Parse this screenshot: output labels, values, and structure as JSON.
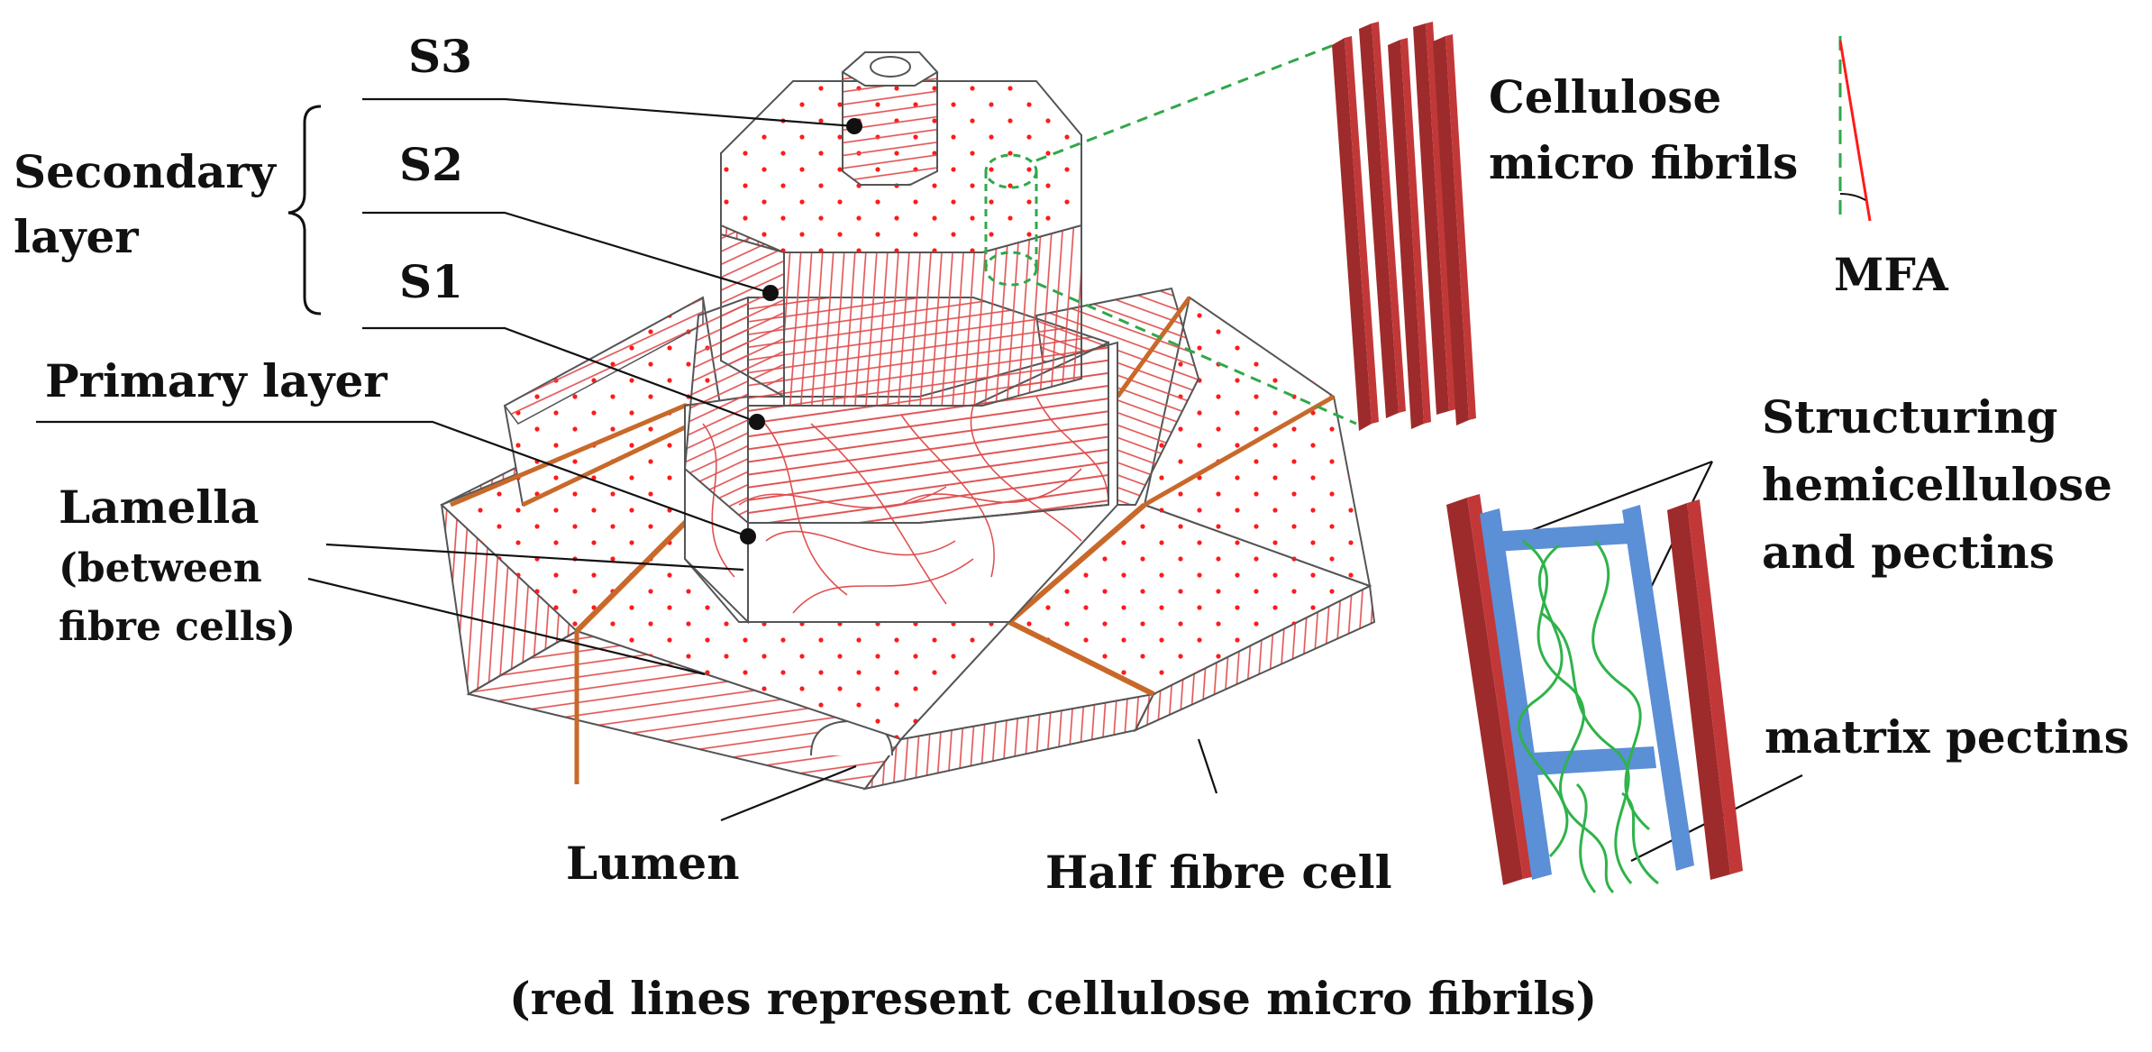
{
  "labels": {
    "s3": "S3",
    "s2": "S2",
    "s1": "S1",
    "secondary_layer_line1": "Secondary",
    "secondary_layer_line2": "layer",
    "primary_layer": "Primary layer",
    "lamella_line1": "Lamella",
    "lamella_line2": "(between",
    "lamella_line3": "fibre cells)",
    "lumen": "Lumen",
    "half_fibre_cell": "Half fibre cell",
    "cellulose_line1": "Cellulose",
    "cellulose_line2": "micro fibrils",
    "mfa": "MFA",
    "structuring_line1": "Structuring",
    "structuring_line2": "hemicellulose",
    "structuring_line3": "and pectins",
    "matrix_pectins": "matrix pectins"
  },
  "caption": "(red lines represent cellulose micro fibrils)",
  "colors": {
    "microfibril_red": "#e05050",
    "dot_red": "#ff1a1a",
    "lamella_orange": "#c8692a",
    "fibril_dark": "#9e2b2b",
    "fibril_light": "#c23838",
    "hemicellulose_blue": "#5b8fd6",
    "pectin_green": "#2fb34a",
    "zoom_dash_green": "#2fa84a",
    "outline": "#555555",
    "text": "#111111"
  }
}
